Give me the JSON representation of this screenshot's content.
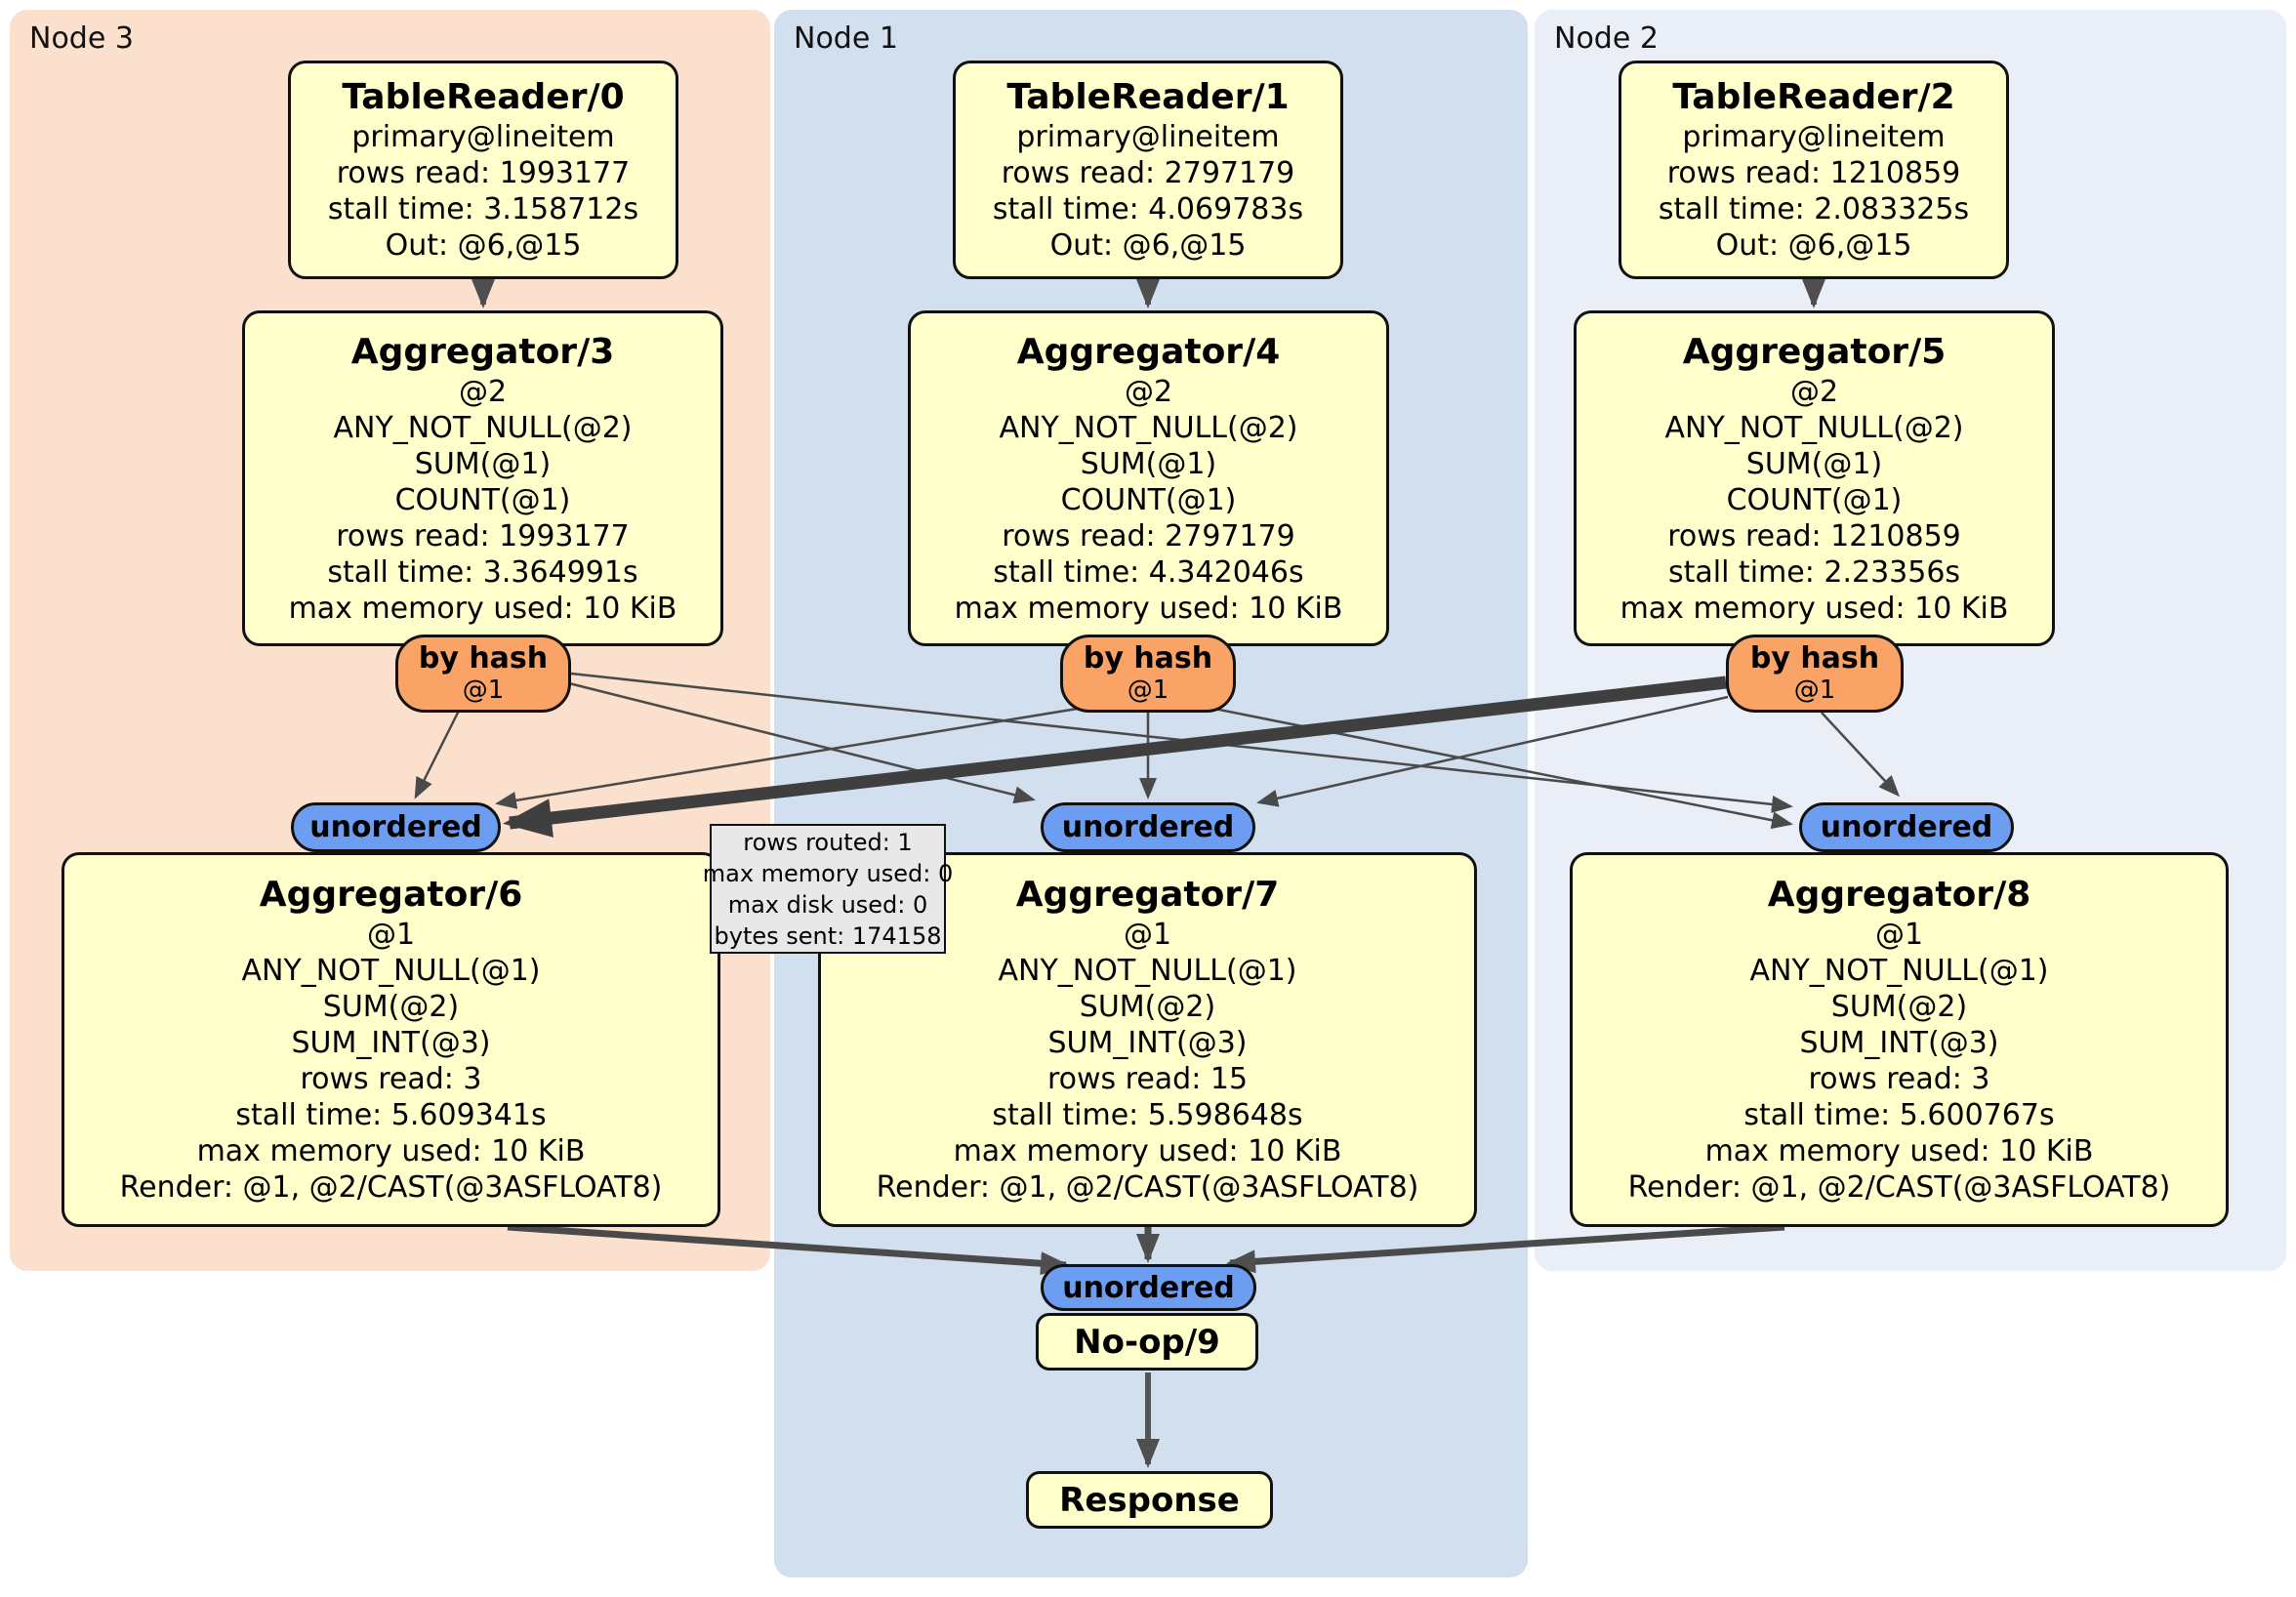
{
  "panels": [
    {
      "label": "Node 3"
    },
    {
      "label": "Node 1"
    },
    {
      "label": "Node 2"
    }
  ],
  "nodes": {
    "tr0": {
      "title": "TableReader/0",
      "lines": [
        "primary@lineitem",
        "rows read: 1993177",
        "stall time: 3.158712s",
        "Out: @6,@15"
      ]
    },
    "tr1": {
      "title": "TableReader/1",
      "lines": [
        "primary@lineitem",
        "rows read: 2797179",
        "stall time: 4.069783s",
        "Out: @6,@15"
      ]
    },
    "tr2": {
      "title": "TableReader/2",
      "lines": [
        "primary@lineitem",
        "rows read: 1210859",
        "stall time: 2.083325s",
        "Out: @6,@15"
      ]
    },
    "agg3": {
      "title": "Aggregator/3",
      "lines": [
        "@2",
        "ANY_NOT_NULL(@2)",
        "SUM(@1)",
        "COUNT(@1)",
        "rows read: 1993177",
        "stall time: 3.364991s",
        "max memory used: 10 KiB"
      ]
    },
    "agg4": {
      "title": "Aggregator/4",
      "lines": [
        "@2",
        "ANY_NOT_NULL(@2)",
        "SUM(@1)",
        "COUNT(@1)",
        "rows read: 2797179",
        "stall time: 4.342046s",
        "max memory used: 10 KiB"
      ]
    },
    "agg5": {
      "title": "Aggregator/5",
      "lines": [
        "@2",
        "ANY_NOT_NULL(@2)",
        "SUM(@1)",
        "COUNT(@1)",
        "rows read: 1210859",
        "stall time: 2.23356s",
        "max memory used: 10 KiB"
      ]
    },
    "agg6": {
      "title": "Aggregator/6",
      "lines": [
        "@1",
        "ANY_NOT_NULL(@1)",
        "SUM(@2)",
        "SUM_INT(@3)",
        "rows read: 3",
        "stall time: 5.609341s",
        "max memory used: 10 KiB",
        "Render: @1, @2/CAST(@3ASFLOAT8)"
      ]
    },
    "agg7": {
      "title": "Aggregator/7",
      "lines": [
        "@1",
        "ANY_NOT_NULL(@1)",
        "SUM(@2)",
        "SUM_INT(@3)",
        "rows read: 15",
        "stall time: 5.598648s",
        "max memory used: 10 KiB",
        "Render: @1, @2/CAST(@3ASFLOAT8)"
      ]
    },
    "agg8": {
      "title": "Aggregator/8",
      "lines": [
        "@1",
        "ANY_NOT_NULL(@1)",
        "SUM(@2)",
        "SUM_INT(@3)",
        "rows read: 3",
        "stall time: 5.600767s",
        "max memory used: 10 KiB",
        "Render: @1, @2/CAST(@3ASFLOAT8)"
      ]
    },
    "noop9": {
      "title": "No-op/9"
    },
    "response": {
      "title": "Response"
    }
  },
  "routers": [
    {
      "label": "by hash",
      "stream": "@1"
    },
    {
      "label": "by hash",
      "stream": "@1"
    },
    {
      "label": "by hash",
      "stream": "@1"
    }
  ],
  "syncs": [
    {
      "label": "unordered"
    },
    {
      "label": "unordered"
    },
    {
      "label": "unordered"
    },
    {
      "label": "unordered"
    }
  ],
  "tooltip": {
    "lines": [
      "rows routed: 1",
      "max memory used: 0",
      "max disk used: 0",
      "bytes sent: 174158"
    ]
  },
  "colors": {
    "node3_panel": "#fbe0cd",
    "node1_panel": "#d2dfee",
    "node2_panel": "#eaeef7",
    "node_box": "#ffffcc",
    "router_pill": "#f9a466",
    "sync_pill": "#6d9df0",
    "tooltip_bg": "#e8e8e8",
    "edge": "#4a4a4a",
    "edge_highlight": "#3f3f3f"
  }
}
